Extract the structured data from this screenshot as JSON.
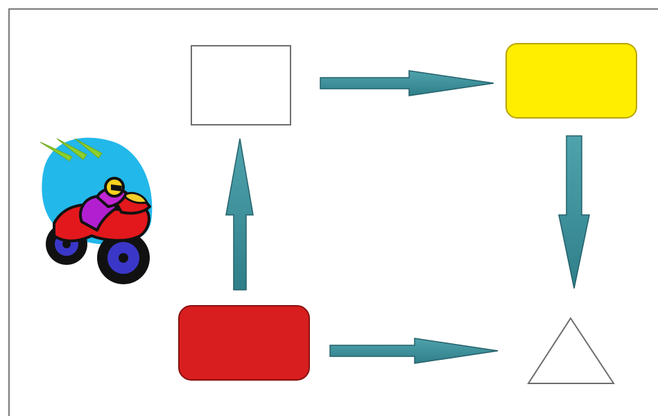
{
  "diagram": {
    "nodes": [
      {
        "id": "white-square",
        "shape": "rectangle",
        "fill": "#ffffff",
        "stroke": "#6e6e6e"
      },
      {
        "id": "yellow-rounded-rect",
        "shape": "rounded-rectangle",
        "fill": "#ffee00",
        "stroke": "#b9a400"
      },
      {
        "id": "red-rounded-rect",
        "shape": "rounded-rectangle",
        "fill": "#d81e1e",
        "stroke": "#8a1010"
      },
      {
        "id": "white-triangle",
        "shape": "triangle",
        "fill": "#ffffff",
        "stroke": "#6e6e6e"
      }
    ],
    "edges": [
      {
        "from": "white-square",
        "to": "yellow-rounded-rect",
        "direction": "right"
      },
      {
        "from": "yellow-rounded-rect",
        "to": "white-triangle",
        "direction": "down"
      },
      {
        "from": "red-rounded-rect",
        "to": "white-triangle",
        "direction": "right"
      },
      {
        "from": "red-rounded-rect",
        "to": "white-square",
        "direction": "up"
      }
    ],
    "arrow_color": "#3b8c96",
    "arrow_stroke": "#24606a",
    "clipart": "motorcycle-rider"
  }
}
